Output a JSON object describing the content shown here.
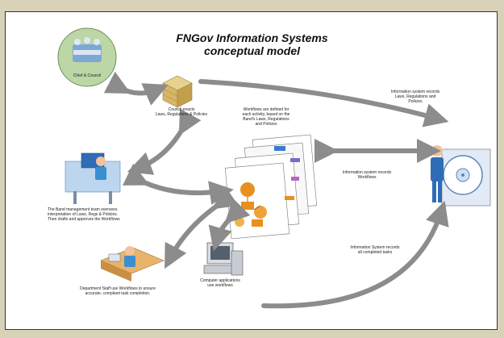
{
  "title_line1": "FNGov Information Systems",
  "title_line2": "conceptual model",
  "chief_council_label": "Chief & Council",
  "council_caption": [
    "Council enacts",
    "Laws, Regulations & Policies"
  ],
  "workflows_caption": [
    "Workflows are defined for",
    "each activity, based on the",
    "Band's Laws, Regulations",
    "and Policies"
  ],
  "info_laws_caption": [
    "Information system records",
    "Laws, Regulations and",
    "Policies"
  ],
  "info_workflows_caption": [
    "Information system records",
    "Workflows"
  ],
  "band_mgmt_caption": [
    "The Band management team oversees",
    "interpretation of Laws, Regs & Policies.",
    "Then drafts and approves the Workflows"
  ],
  "completed_tasks_caption": [
    "Information System records",
    "all completed tasks"
  ],
  "staff_caption": [
    "Department Staff use Workflows to ensure",
    "accurate, compliant task completion."
  ],
  "computer_caption": [
    "Computer applications",
    "use workflows"
  ],
  "colors": {
    "background": "#d8d2b8",
    "panel": "#ffffff",
    "arrow": "#8c8c8c",
    "accent_orange": "#e8901f",
    "accent_blue": "#3a7bc8"
  }
}
